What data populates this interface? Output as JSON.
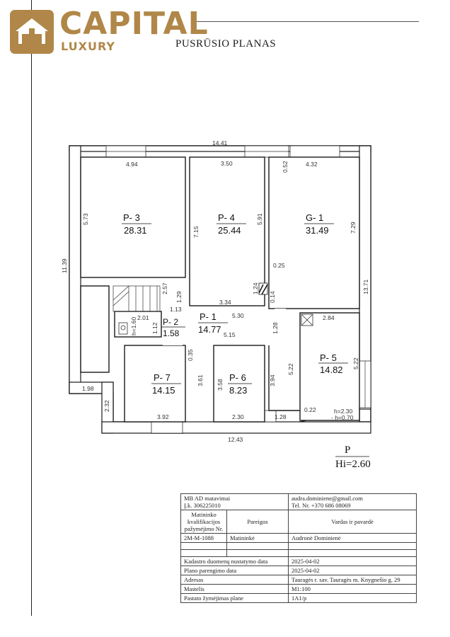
{
  "header": {
    "brand_name": "CAPITAL",
    "brand_sub": "LUXURY",
    "plan_title": "PUSRŪSIO PLANAS",
    "brand_color": "#b08748"
  },
  "plan": {
    "rooms": [
      {
        "code": "P- 3",
        "area": "28.31"
      },
      {
        "code": "P- 4",
        "area": "25.44"
      },
      {
        "code": "G- 1",
        "area": "31.49"
      },
      {
        "code": "P- 2",
        "area": "1.58"
      },
      {
        "code": "P- 1",
        "area": "14.77"
      },
      {
        "code": "P- 5",
        "area": "14.82"
      },
      {
        "code": "P- 7",
        "area": "14.15"
      },
      {
        "code": "P- 6",
        "area": "8.23"
      }
    ],
    "dimensions": {
      "top_total": "14.41",
      "p3_width": "4.94",
      "p4_width": "3.50",
      "g1_width": "4.32",
      "g1_small": "0.52",
      "p3_height": "5.73",
      "p4_height": "7.15",
      "p4_inner": "5.91",
      "g1_height": "7.29",
      "left_total": "11.39",
      "right_total": "13.71",
      "g1_025": "0.25",
      "g1_124": "1.24",
      "g1_014": "0.14",
      "p4_334": "3.34",
      "p1_530": "5.30",
      "p1_515": "5.15",
      "p1_128": "1.28",
      "p5_284": "2.84",
      "p5_522a": "5.22",
      "p5_522b": "5.22",
      "p5_022": "0.22",
      "p5_h1": "h=2.30",
      "p5_h2": "- h=0.70",
      "stair_129": "1.29",
      "stair_257": "2.57",
      "stair_113": "1.13",
      "p2_201": "2.01",
      "p2_h": "h=1.60",
      "p2_112": "1.12",
      "p7_035": "0.35",
      "p7_361": "3.61",
      "p7_392": "3.92",
      "p6_358": "3.58",
      "p6_394": "3.94",
      "p6_230": "2.30",
      "bottom_128": "1.28",
      "bottom_total": "12.43",
      "left_198": "1.98",
      "left_232": "2.32"
    },
    "floor_label": "P",
    "floor_height": "Hi=2.60"
  },
  "info": {
    "company": "MB AD matavimai",
    "company_code": "Į.k. 306225010",
    "email": "audra.dominiene@gmail.com",
    "phone": "Tel. Nr. +370 686 08069",
    "col_cert": "Matininko kvalifikacijos pažymėjimo Nr.",
    "col_role": "Pareigos",
    "col_name": "Vardas ir pavardė",
    "cert_no": "2M-M-1088",
    "role": "Matininkė",
    "surveyor": "Audronė Dominienė",
    "row_cadastre_label": "Kadastro duomenų nustatymo data",
    "row_cadastre_value": "2025-04-02",
    "row_plan_label": "Plano parengimo data",
    "row_plan_value": "2025-04-02",
    "row_address_label": "Adresas",
    "row_address_value": "Tauragės r. sav. Tauragės m. Knygnešio g. 29",
    "row_scale_label": "Mastelis",
    "row_scale_value": "M1:100",
    "row_mark_label": "Pastato žymėjimas plane",
    "row_mark_value": "1A1/p"
  }
}
